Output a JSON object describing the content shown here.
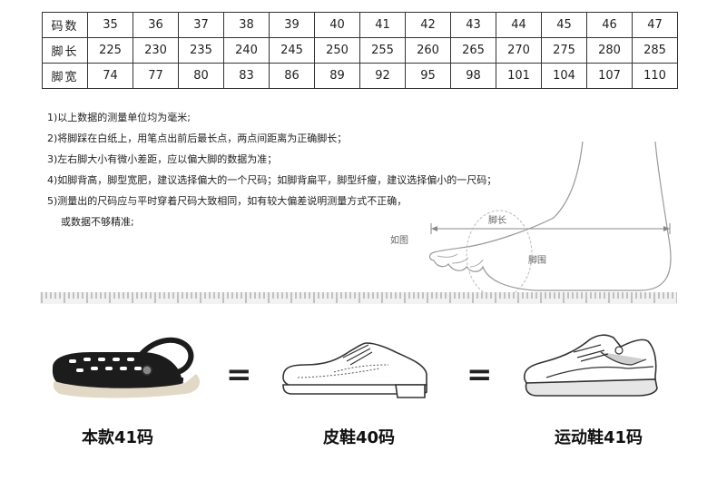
{
  "table": {
    "rows": [
      {
        "label": "码数",
        "values": [
          "35",
          "36",
          "37",
          "38",
          "39",
          "40",
          "41",
          "42",
          "43",
          "44",
          "45",
          "46",
          "47"
        ]
      },
      {
        "label": "脚长",
        "values": [
          "225",
          "230",
          "235",
          "240",
          "245",
          "250",
          "255",
          "260",
          "265",
          "270",
          "275",
          "280",
          "285"
        ]
      },
      {
        "label": "脚宽",
        "values": [
          "74",
          "77",
          "80",
          "83",
          "86",
          "89",
          "92",
          "95",
          "98",
          "101",
          "104",
          "107",
          "110"
        ]
      }
    ]
  },
  "notes": {
    "n1": "1)以上数据的测量单位均为毫米;",
    "n2": "2)将脚踩在白纸上，用笔点出前后最长点，两点间距离为正确脚长；",
    "n3": "3)左右脚大小有微小差距，应以偏大脚的数据为准；",
    "n4": "4)如脚背高，脚型宽肥，建议选择偏大的一个尺码；如脚背扁平，脚型纤瘦，建议选择偏小的一尺码；",
    "n5a": "5)测量出的尺码应与平时穿着尺码大致相同，如有较大偏差说明测量方式不正确，",
    "n5b": "或数据不够精准;"
  },
  "diagram": {
    "length_label": "脚长",
    "example_label": "如图",
    "width_label": "脚围"
  },
  "comparison": {
    "equals": "=",
    "this_style": "本款41码",
    "leather": "皮鞋40码",
    "sports": "运动鞋41码"
  }
}
